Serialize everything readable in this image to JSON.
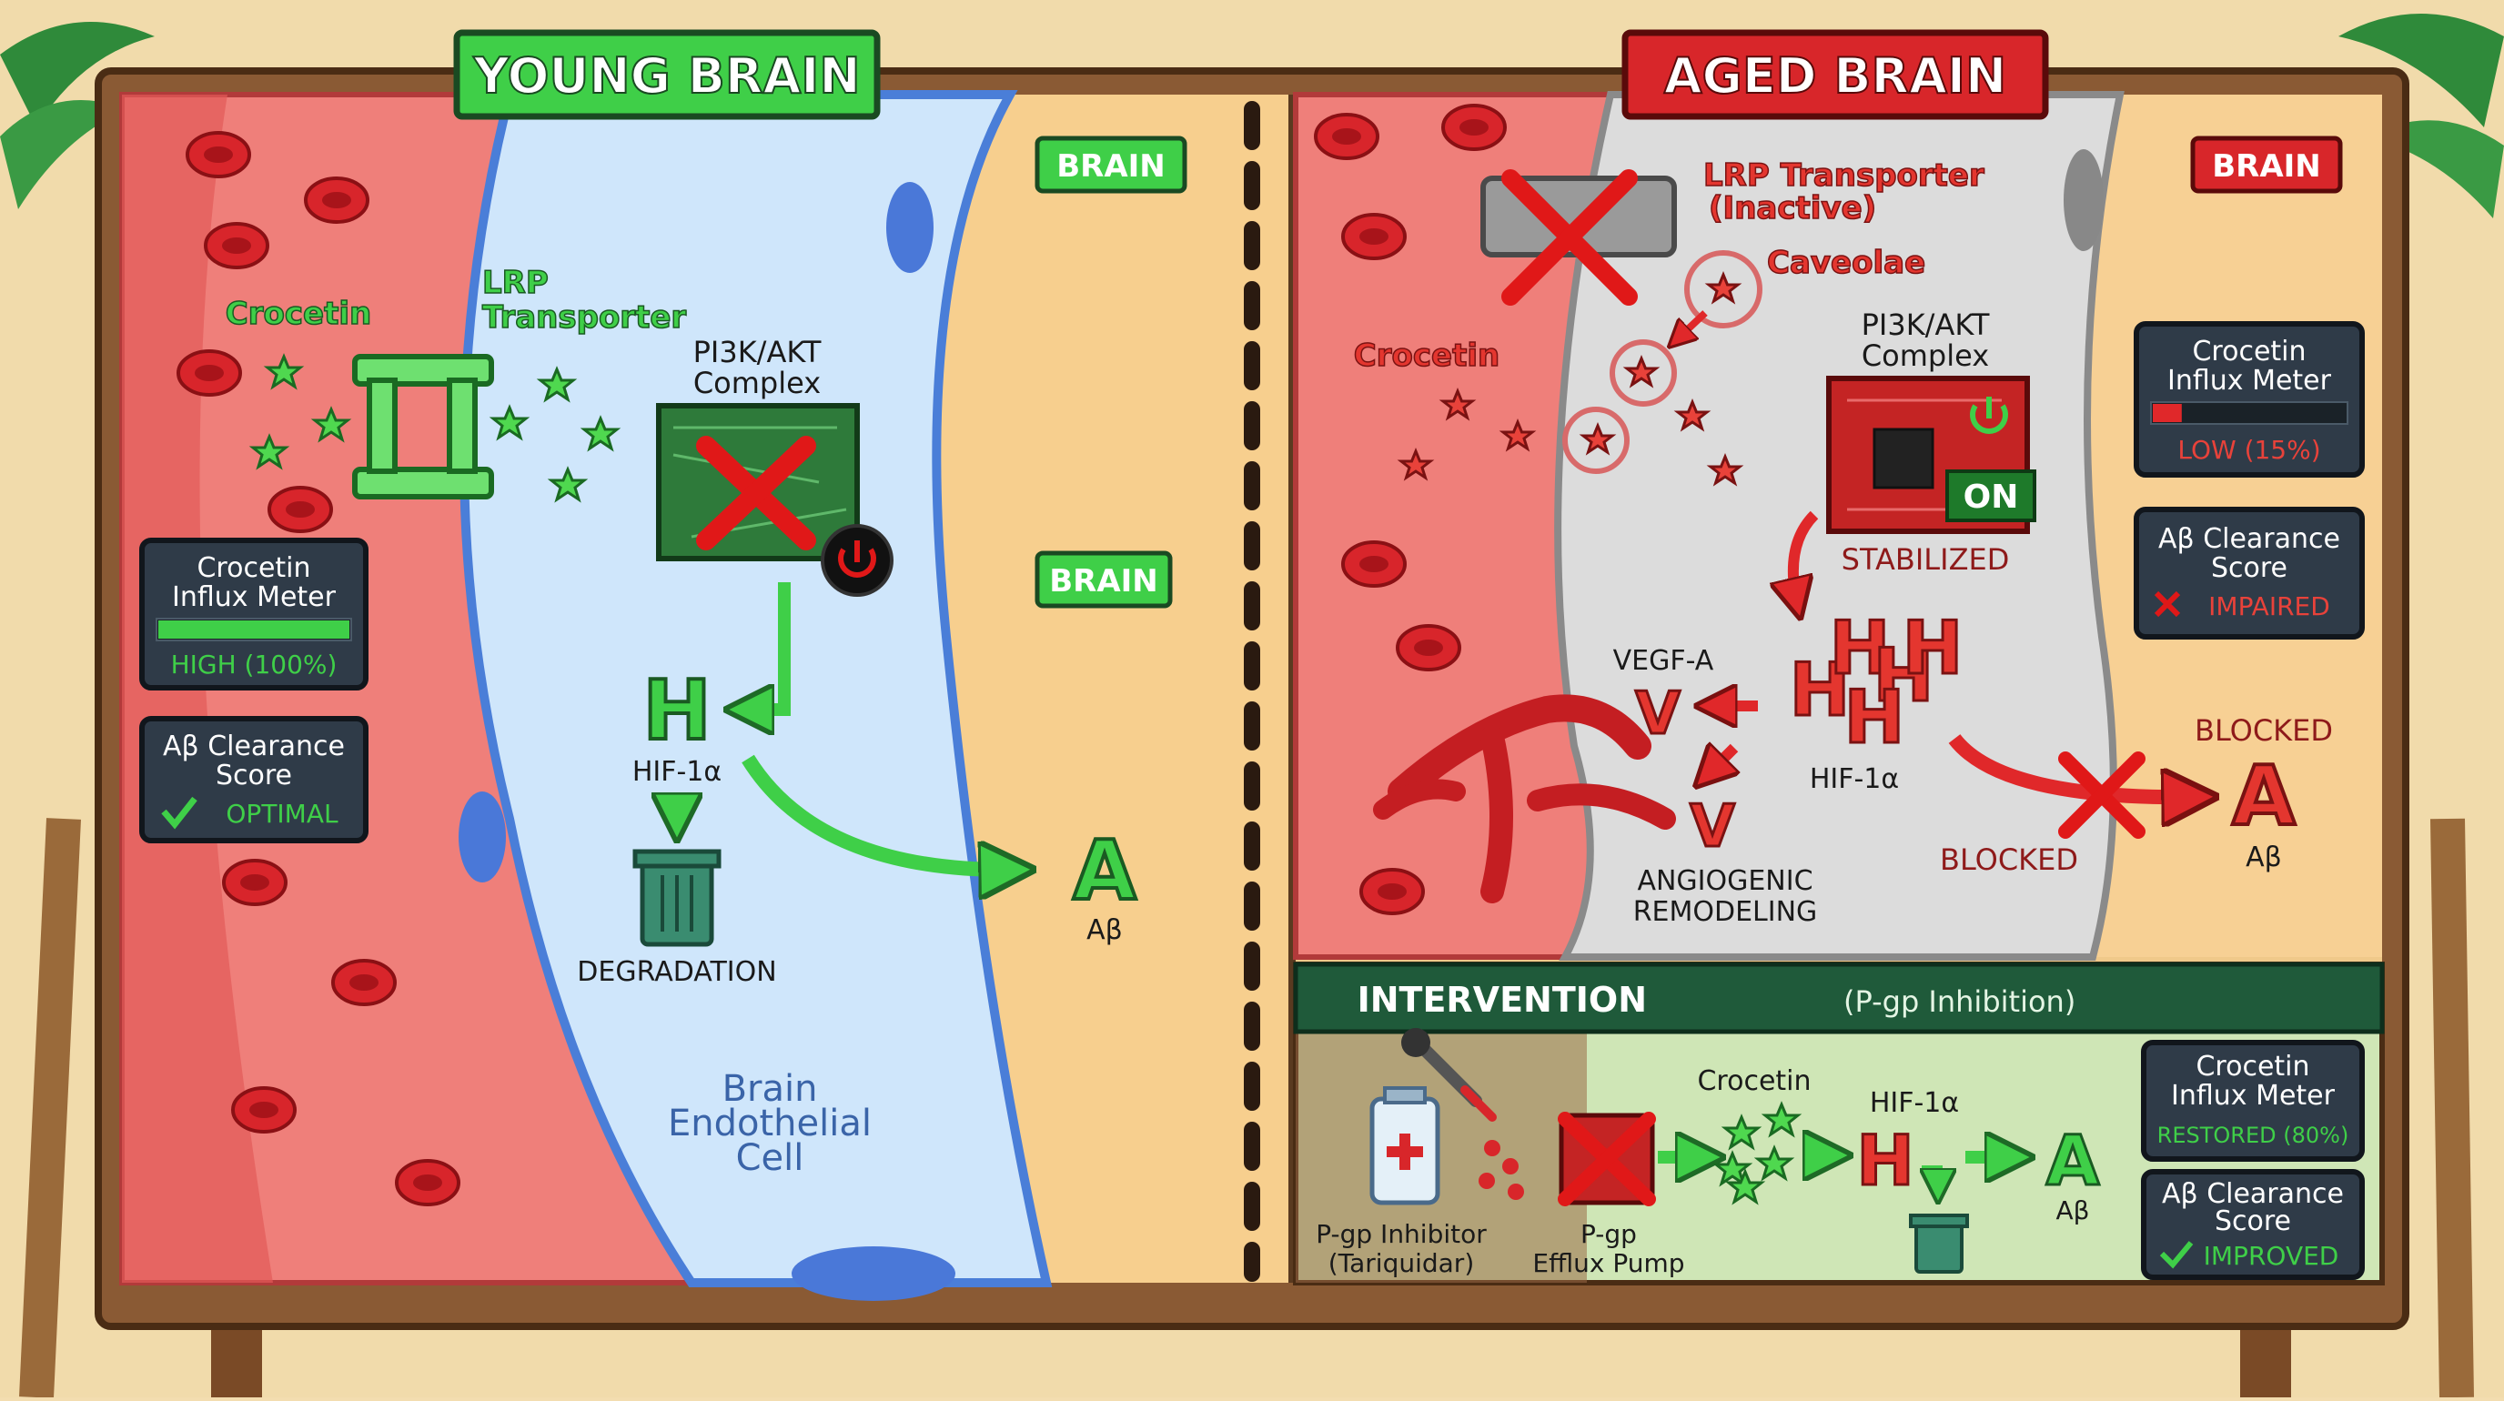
{
  "young": {
    "title": "YOUNG BRAIN",
    "brain_tag_1": "BRAIN",
    "brain_tag_2": "BRAIN",
    "crocetin": "Crocetin",
    "lrp_line1": "LRP",
    "lrp_line2": "Transporter",
    "pi3k_line1": "PI3K/AKT",
    "pi3k_line2": "Complex",
    "hif": "HIF-1α",
    "degradation": "DEGRADATION",
    "abeta": "Aβ",
    "cell_line1": "Brain",
    "cell_line2": "Endothelial",
    "cell_line3": "Cell",
    "influx_line1": "Crocetin",
    "influx_line2": "Influx Meter",
    "influx_value": "HIGH (100%)",
    "influx_fraction": 1.0,
    "clearance_line1": "Aβ Clearance",
    "clearance_line2": "Score",
    "clearance_value": "OPTIMAL"
  },
  "aged": {
    "title": "AGED BRAIN",
    "brain_tag": "BRAIN",
    "lrp_line1": "LRP Transporter",
    "lrp_line2": "(Inactive)",
    "caveolae": "Caveolae",
    "crocetin": "Crocetin",
    "pi3k_line1": "PI3K/AKT",
    "pi3k_line2": "Complex",
    "on_badge": "ON",
    "stabilized": "STABILIZED",
    "vegf": "VEGF-A",
    "hif": "HIF-1α",
    "angio_line1": "ANGIOGENIC",
    "angio_line2": "REMODELING",
    "blocked_1": "BLOCKED",
    "blocked_2": "BLOCKED",
    "abeta": "Aβ",
    "influx_line1": "Crocetin",
    "influx_line2": "Influx Meter",
    "influx_value": "LOW (15%)",
    "influx_fraction": 0.15,
    "clearance_line1": "Aβ Clearance",
    "clearance_line2": "Score",
    "clearance_value": "IMPAIRED"
  },
  "intervention": {
    "title": "INTERVENTION",
    "subtitle": "(P-gp Inhibition)",
    "inhibitor_line1": "P-gp Inhibitor",
    "inhibitor_line2": "(Tariquidar)",
    "pump_line1": "P-gp",
    "pump_line2": "Efflux Pump",
    "crocetin": "Crocetin",
    "hif": "HIF-1α",
    "abeta": "Aβ",
    "influx_line1": "Crocetin",
    "influx_line2": "Influx Meter",
    "influx_value": "RESTORED (80%)",
    "influx_fraction": 0.8,
    "clearance_line1": "Aβ Clearance",
    "clearance_line2": "Score",
    "clearance_value": "IMPROVED"
  },
  "colors": {
    "green": "#3fcf48",
    "dark_green": "#1e7a2a",
    "red": "#d8262a",
    "dark_red": "#8e1a1a",
    "panel_dark": "#2f3b48",
    "wood": "#8a5a34"
  }
}
